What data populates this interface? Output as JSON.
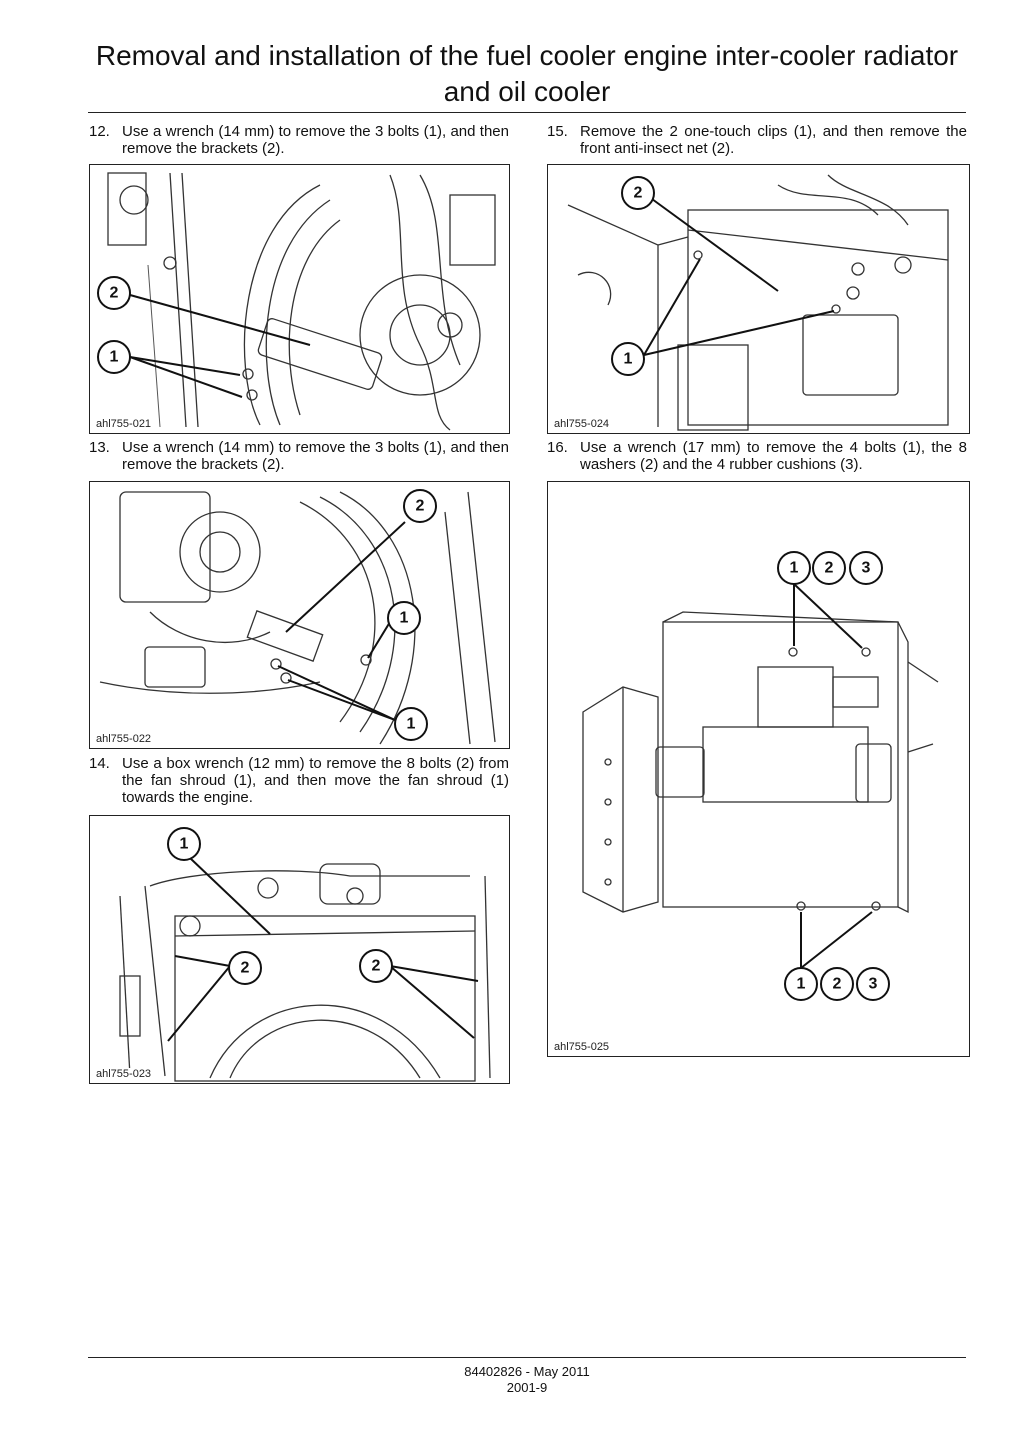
{
  "title": "Removal and installation of the fuel cooler engine inter-cooler radiator and oil cooler",
  "steps": [
    {
      "number": "12.",
      "text": "Use a wrench (14 mm) to remove the 3 bolts (1), and then remove the brackets (2).",
      "figure_id": "ahl755-021",
      "callouts": [
        "2",
        "1"
      ]
    },
    {
      "number": "13.",
      "text": "Use a wrench (14 mm) to remove the 3 bolts (1), and then remove the brackets (2).",
      "figure_id": "ahl755-022",
      "callouts": [
        "2",
        "1",
        "1"
      ]
    },
    {
      "number": "14.",
      "text": "Use a box wrench (12 mm) to remove the 8 bolts (2) from the fan shroud (1), and then move the fan shroud (1) towards the engine.",
      "figure_id": "ahl755-023",
      "callouts": [
        "1",
        "2",
        "2"
      ]
    },
    {
      "number": "15.",
      "text": "Remove the 2 one-touch clips (1), and then remove the front anti-insect net (2).",
      "figure_id": "ahl755-024",
      "callouts": [
        "2",
        "1"
      ]
    },
    {
      "number": "16.",
      "text": "Use a wrench (17 mm) to remove the 4 bolts (1), the 8 washers (2) and the 4 rubber cushions (3).",
      "figure_id": "ahl755-025",
      "callouts": [
        "1",
        "2",
        "3",
        "1",
        "2",
        "3"
      ]
    }
  ],
  "footer": {
    "doc_ref": "84402826 - May 2011",
    "page": "2001-9"
  }
}
